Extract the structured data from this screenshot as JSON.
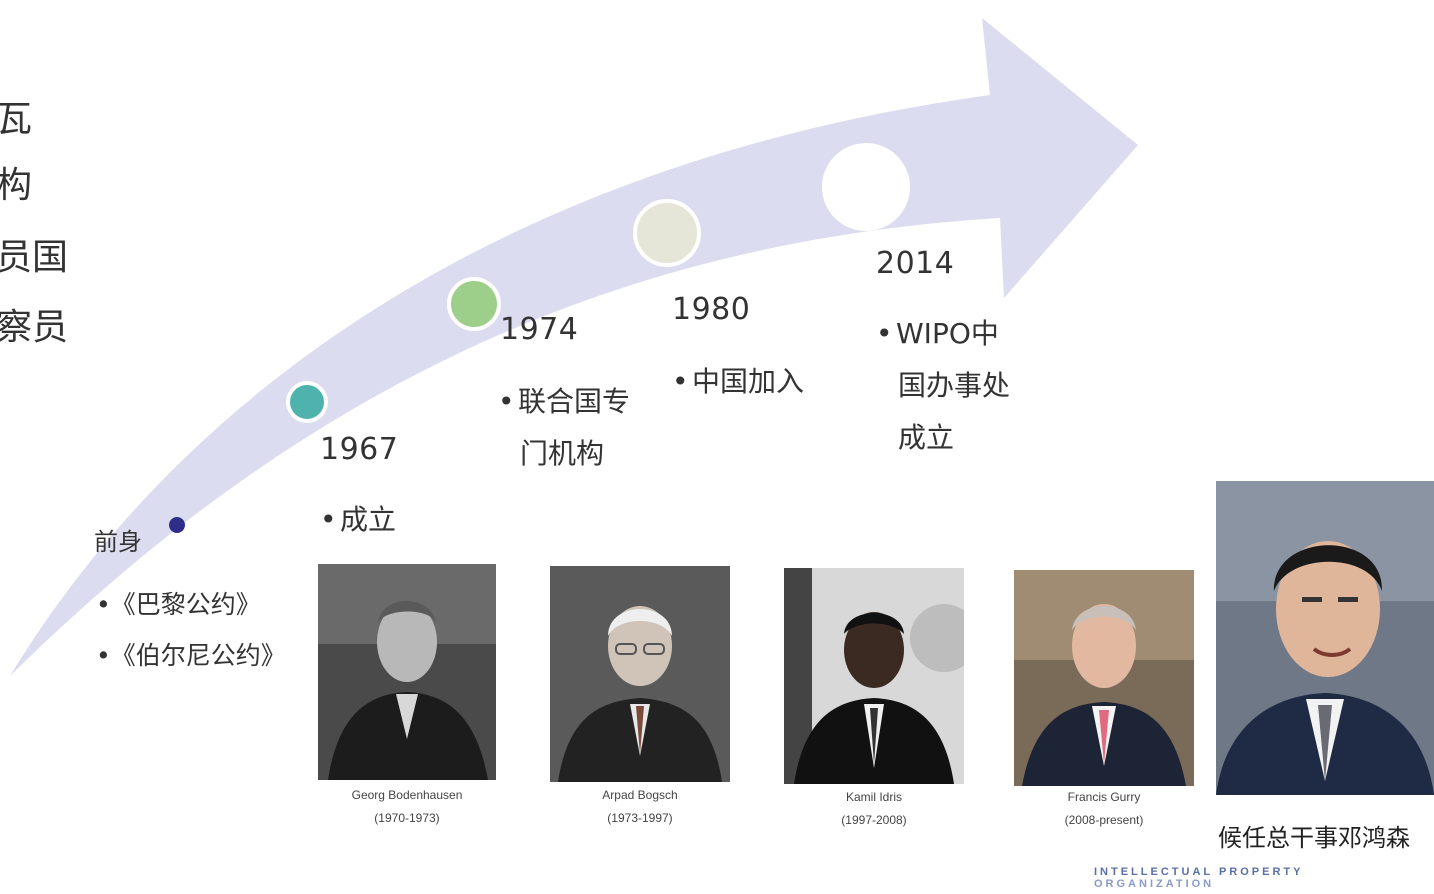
{
  "left_fragments": [
    "瓦",
    "构",
    "员国",
    "察员"
  ],
  "milestones": [
    {
      "label": "前身",
      "items": [
        "•《巴黎公约》",
        "•《伯尔尼公约》"
      ],
      "dot_color": "#2e2e8a"
    },
    {
      "label": "1967",
      "items": [
        "成立"
      ],
      "dot_color": "#4fb3ad"
    },
    {
      "label": "1974",
      "items": [
        "联合国专",
        "门机构"
      ],
      "dot_color": "#9dcf8a"
    },
    {
      "label": "1980",
      "items": [
        "中国加入"
      ],
      "dot_color": "#e6e6d8"
    },
    {
      "label": "2014",
      "items": [
        "WIPO中",
        "国办事处",
        "成立"
      ],
      "dot_color": "#ffffff"
    }
  ],
  "directors": [
    {
      "name": "Georg Bodenhausen",
      "years": "(1970-1973)"
    },
    {
      "name": "Arpad Bogsch",
      "years": "(1973-1997)"
    },
    {
      "name": "Kamil Idris",
      "years": "(1997-2008)"
    },
    {
      "name": "Francis Gurry",
      "years": "(2008-present)"
    }
  ],
  "new_director_caption": "候任总干事邓鸿森",
  "logo_text": [
    "INTELLECTUAL PROPERTY",
    "ORGANIZATION"
  ],
  "colors": {
    "arrow": "#dcdcf0"
  }
}
